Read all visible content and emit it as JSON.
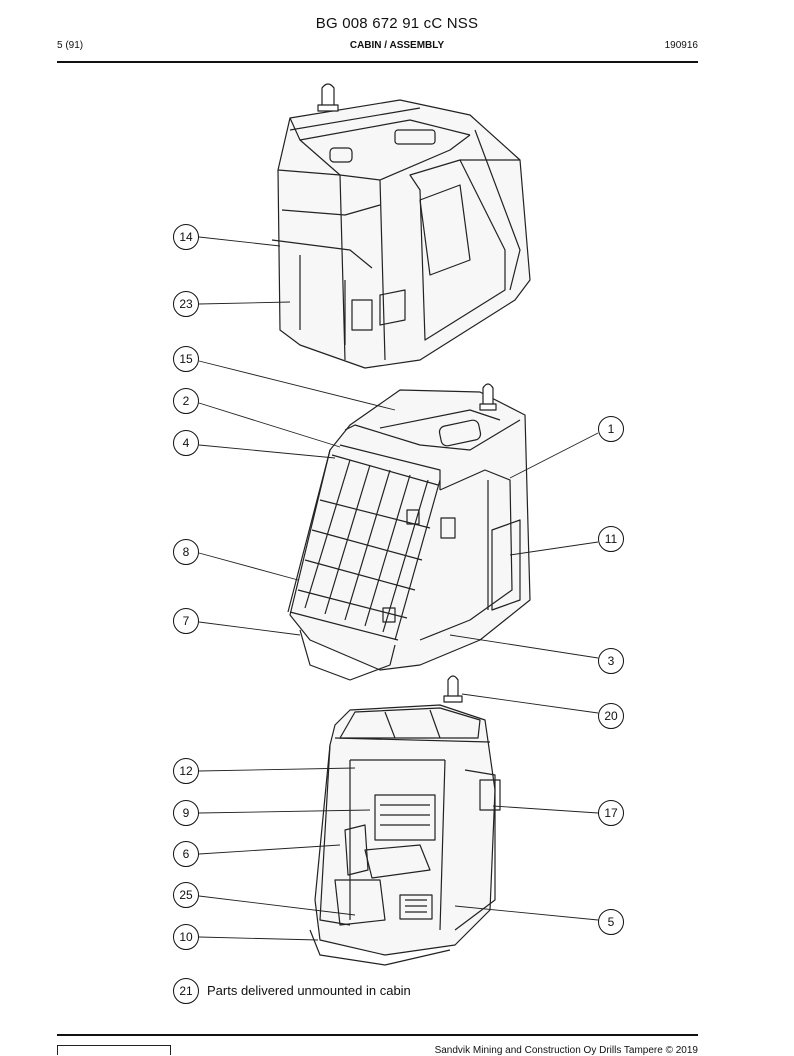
{
  "header": {
    "document_code": "BG 008 672 91 cC NSS",
    "page": "5 (91)",
    "section": "CABIN / ASSEMBLY",
    "date": "190916"
  },
  "callouts": {
    "c14": "14",
    "c23": "23",
    "c15": "15",
    "c2": "2",
    "c4": "4",
    "c1": "1",
    "c11": "11",
    "c8": "8",
    "c7": "7",
    "c3": "3",
    "c20": "20",
    "c12": "12",
    "c9": "9",
    "c17": "17",
    "c6": "6",
    "c25": "25",
    "c5": "5",
    "c10": "10",
    "c21": "21"
  },
  "legend": {
    "text": "Parts delivered unmounted in cabin"
  },
  "footer": {
    "copyright": "Sandvik Mining and Construction Oy Drills Tampere © 2019"
  }
}
